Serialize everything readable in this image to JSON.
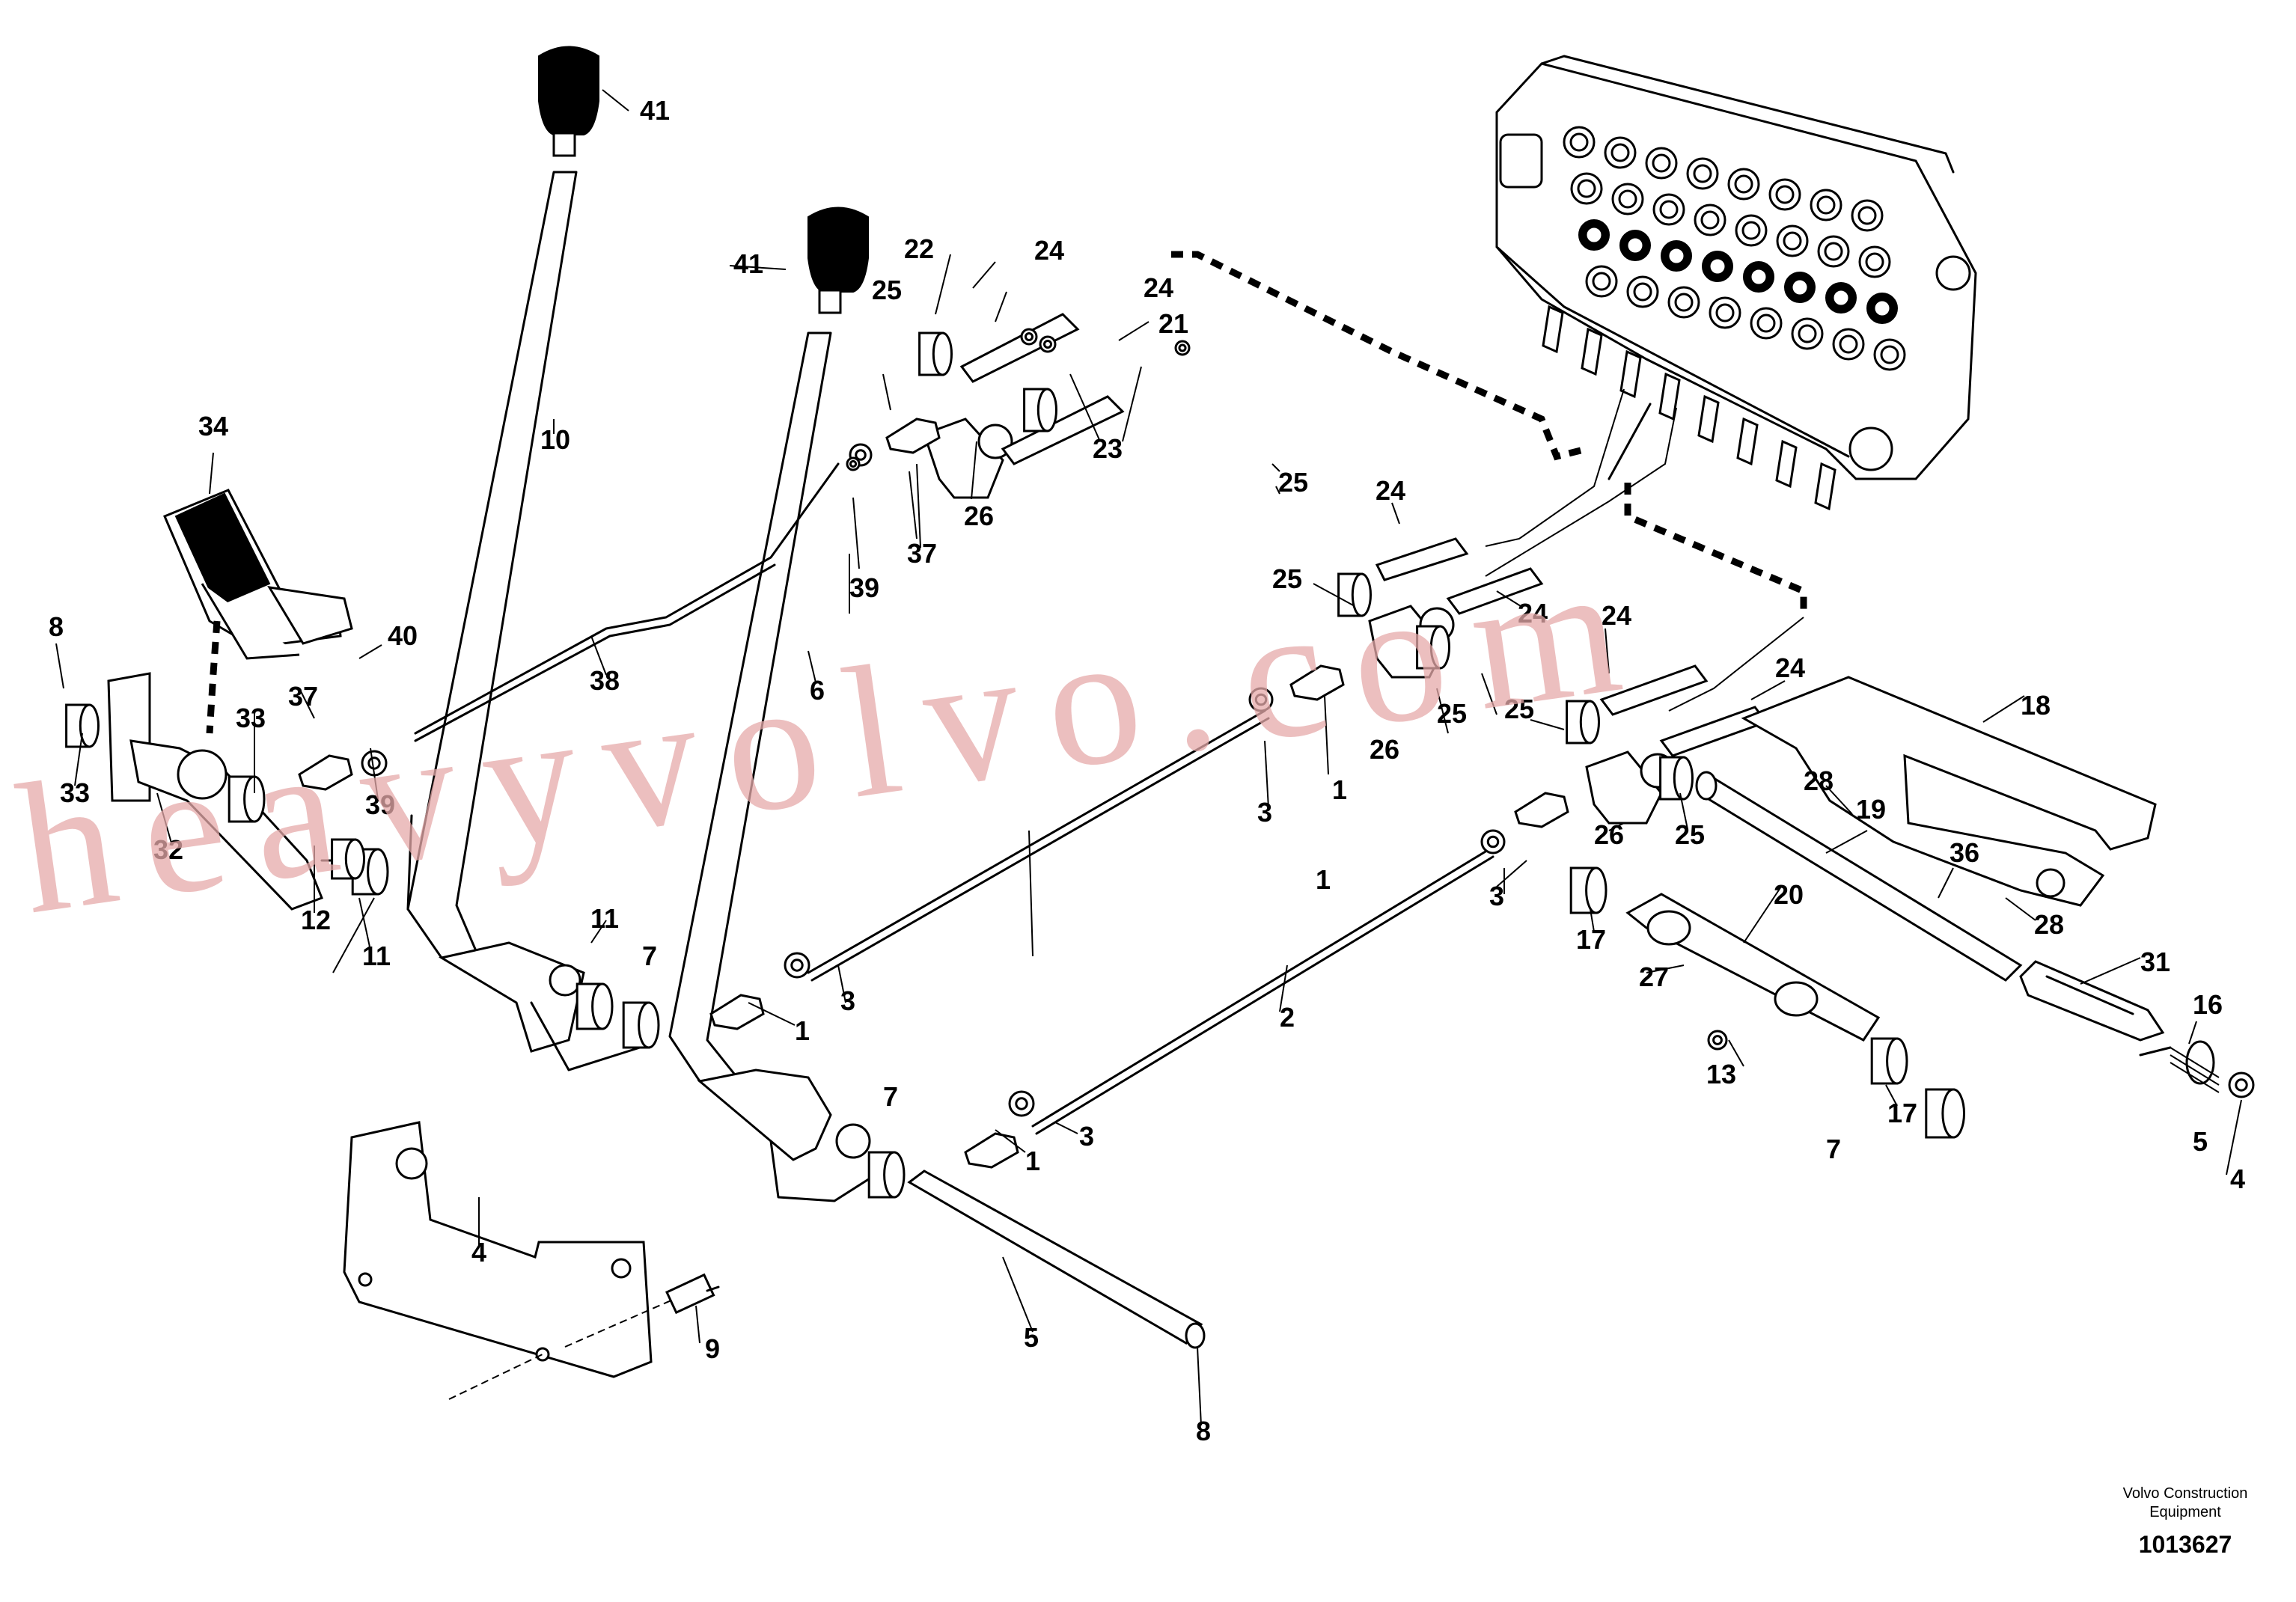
{
  "watermark": "heavyvolvo.com",
  "credit": {
    "line1": "Volvo Construction",
    "line2": "Equipment"
  },
  "diagram_number": "1013627",
  "callouts": [
    "1",
    "1",
    "1",
    "1",
    "2",
    "3",
    "3",
    "3",
    "3",
    "4",
    "4",
    "5",
    "5",
    "6",
    "7",
    "7",
    "7",
    "8",
    "8",
    "9",
    "10",
    "11",
    "11",
    "12",
    "13",
    "16",
    "17",
    "17",
    "18",
    "19",
    "20",
    "21",
    "22",
    "23",
    "24",
    "24",
    "24",
    "24",
    "24",
    "24",
    "25",
    "25",
    "25",
    "25",
    "25",
    "25",
    "26",
    "26",
    "26",
    "27",
    "28",
    "28",
    "31",
    "32",
    "33",
    "33",
    "34",
    "36",
    "37",
    "37",
    "38",
    "39",
    "39",
    "40",
    "41",
    "41"
  ]
}
